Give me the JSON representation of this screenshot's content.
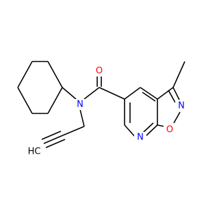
{
  "structure": {
    "atoms": {
      "carbonyl_oxygen": {
        "label": "O",
        "color": "#FF0000"
      },
      "amide_nitrogen": {
        "label": "N",
        "color": "#0000FF"
      },
      "isoxazole_nitrogen": {
        "label": "N",
        "color": "#0000FF"
      },
      "isoxazole_oxygen": {
        "label": "O",
        "color": "#FF0000"
      },
      "pyridine_nitrogen": {
        "label": "N",
        "color": "#0000FF"
      },
      "alkyne_terminus": {
        "label": "HC",
        "color": "#000000"
      }
    },
    "bond_color": "#000000"
  }
}
